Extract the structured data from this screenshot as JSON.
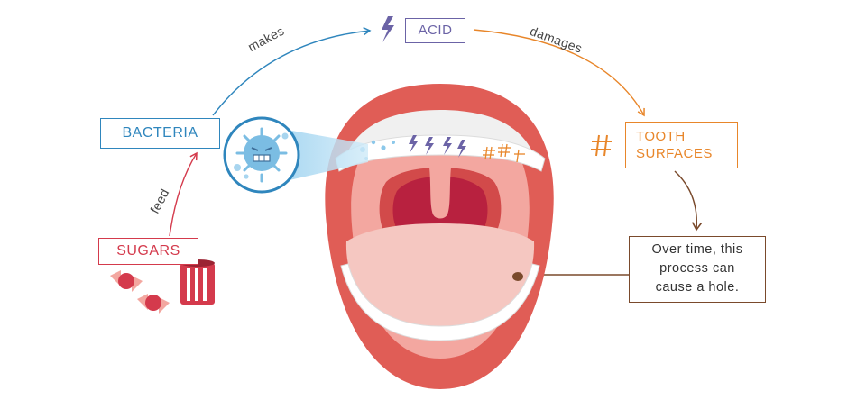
{
  "nodes": {
    "bacteria": "BACTERIA",
    "acid": "ACID",
    "sugars": "SUGARS",
    "tooth_surfaces": [
      "TOOTH",
      "SURFACES"
    ]
  },
  "edges": {
    "feed": "feed",
    "makes": "makes",
    "damages": "damages"
  },
  "note": {
    "lines": [
      "Over time, this",
      "process can",
      "cause a hole."
    ]
  },
  "icons": {
    "acid": "lightning-bolt-icon",
    "tooth_surfaces": "hash-damage-icon",
    "bacteria": "germ-icon",
    "sugars": "candy-icon"
  },
  "colors": {
    "bacteria": "#2f86bd",
    "acid": "#6b63a6",
    "sugars": "#d43a4c",
    "tooth_surfaces": "#e8862a",
    "note": "#7a4a2c",
    "lips": "#e05d56",
    "mouth_inside": "#f3a7a0",
    "tongue": "#f5c7c1"
  }
}
